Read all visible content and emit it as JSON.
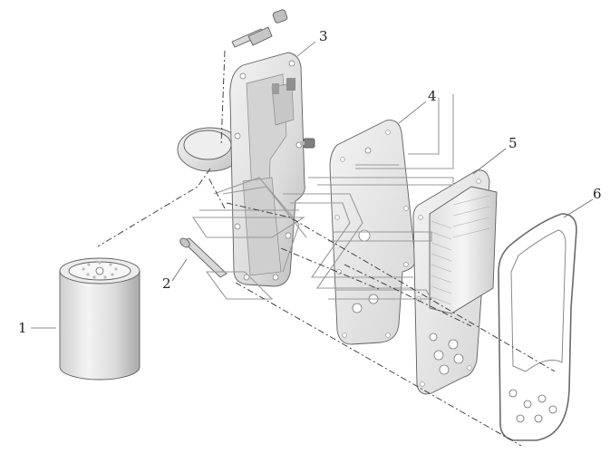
{
  "diagram": {
    "callouts": [
      {
        "id": "1",
        "label": "1"
      },
      {
        "id": "2",
        "label": "2"
      },
      {
        "id": "3",
        "label": "3"
      },
      {
        "id": "4",
        "label": "4"
      },
      {
        "id": "5",
        "label": "5"
      },
      {
        "id": "6",
        "label": "6"
      }
    ],
    "colors": {
      "line": "#5f5f5f",
      "part_fill": "#e9e9e9",
      "part_shade": "#bdbdbd",
      "background": "#ffffff"
    }
  }
}
